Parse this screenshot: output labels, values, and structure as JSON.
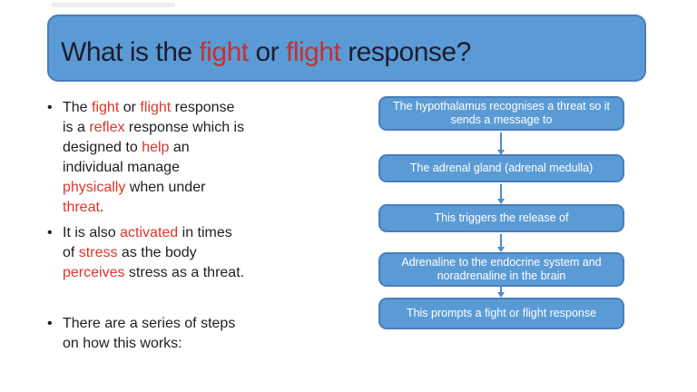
{
  "colors": {
    "slide_bg": "#ffffff",
    "box_fill": "#5B9BD5",
    "box_border": "#4A7EBB",
    "arrow": "#4E8CC8",
    "box_text": "#FFFFFF",
    "title_text": "#1E1C30",
    "body_text": "#1F1F1F",
    "red": "#DD352B",
    "red_title": "#C8302E"
  },
  "bullet_char": "•",
  "title": {
    "segments": [
      {
        "t": "What is the "
      },
      {
        "t": "fight",
        "c": "red_title"
      },
      {
        "t": " or "
      },
      {
        "t": "flight",
        "c": "red_title"
      },
      {
        "t": " response?"
      }
    ]
  },
  "bullets": [
    {
      "segments": [
        {
          "t": "The "
        },
        {
          "t": "fight",
          "c": "red"
        },
        {
          "t": " or "
        },
        {
          "t": "flight",
          "c": "red"
        },
        {
          "t": " response\nis a "
        },
        {
          "t": "reflex",
          "c": "red"
        },
        {
          "t": " response which is\ndesigned to "
        },
        {
          "t": "help",
          "c": "red"
        },
        {
          "t": " an\nindividual manage\n"
        },
        {
          "t": "physically",
          "c": "red"
        },
        {
          "t": " when under\n"
        },
        {
          "t": "threat",
          "c": "red"
        },
        {
          "t": "."
        }
      ]
    },
    {
      "segments": [
        {
          "t": "It is also "
        },
        {
          "t": "activated",
          "c": "red"
        },
        {
          "t": " in times\nof "
        },
        {
          "t": "stress",
          "c": "red"
        },
        {
          "t": " as the body\n"
        },
        {
          "t": "perceives",
          "c": "red"
        },
        {
          "t": " stress as a threat."
        }
      ]
    },
    {
      "segments": [
        {
          "t": "There are a series of steps\non how this works:"
        }
      ]
    }
  ],
  "flowchart": {
    "boxes": [
      {
        "label": "The hypothalamus recognises a threat so it\nsends a message to"
      },
      {
        "label": "The adrenal gland (adrenal medulla)"
      },
      {
        "label": "This triggers the release of"
      },
      {
        "label": "Adrenaline to the endocrine system and\nnoradrenaline in the brain"
      },
      {
        "label": "This prompts a fight or flight response"
      }
    ]
  }
}
